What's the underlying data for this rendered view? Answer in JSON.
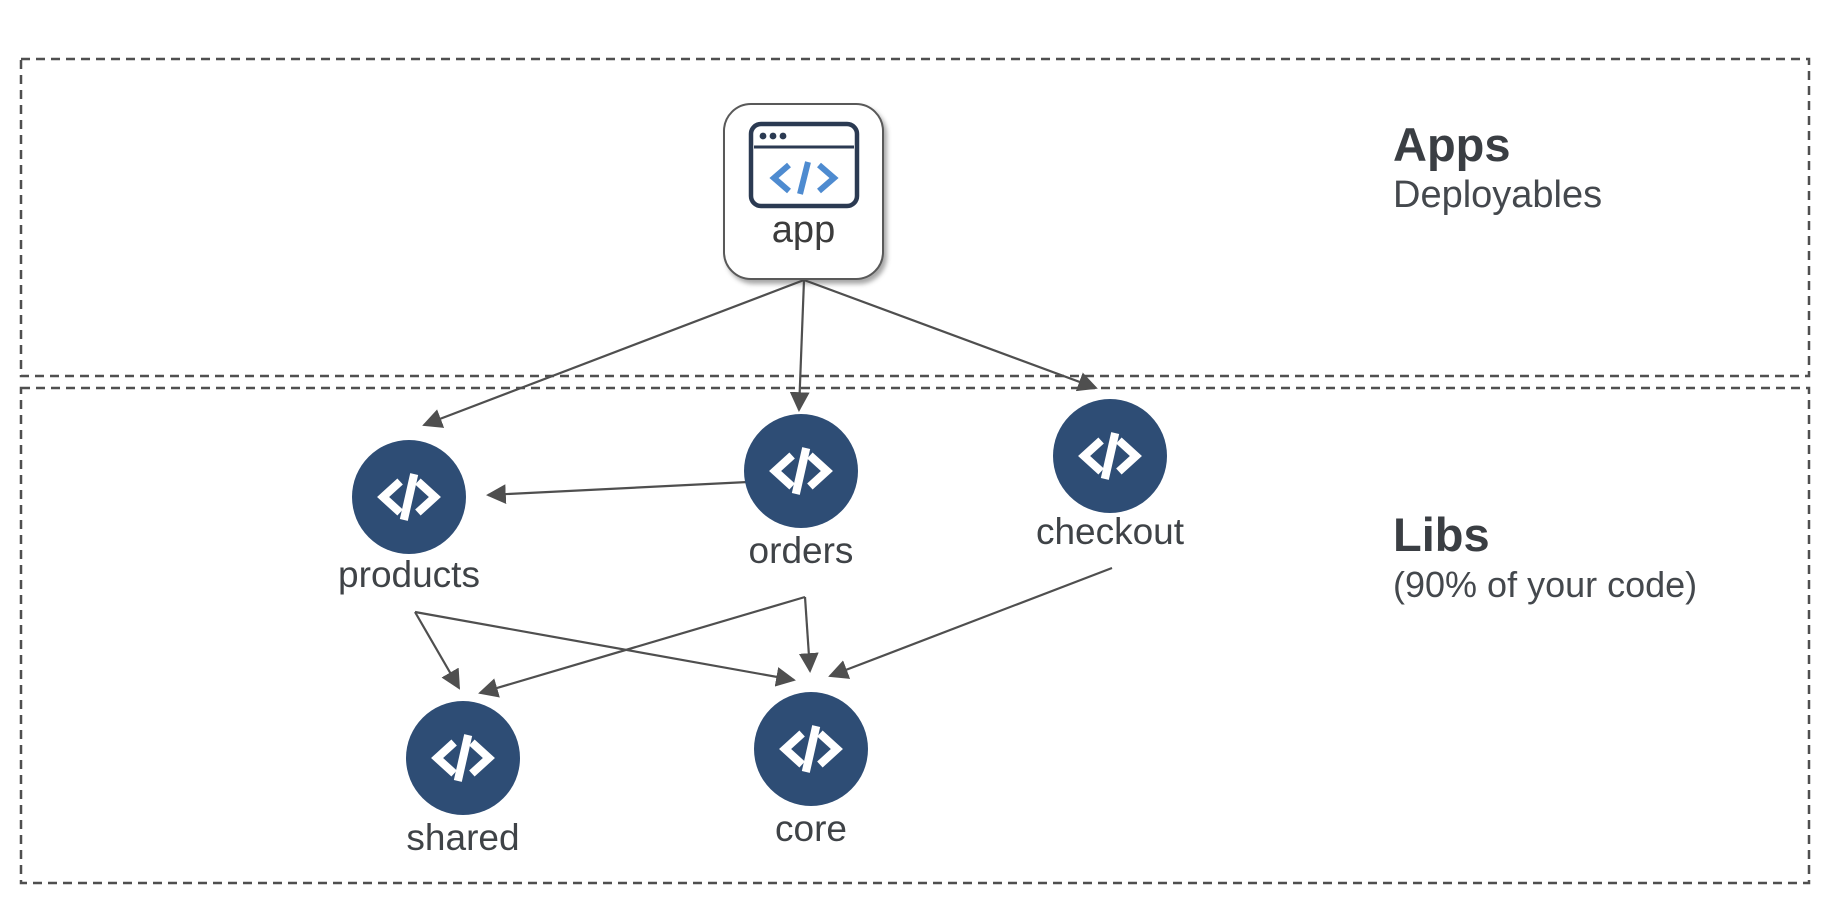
{
  "diagram": {
    "sections": {
      "apps": {
        "title": "Apps",
        "subtitle": "Deployables"
      },
      "libs": {
        "title": "Libs",
        "subtitle": "(90% of your code)"
      }
    },
    "app_node": {
      "label": "app",
      "icon": "browser-code-icon"
    },
    "lib_nodes": [
      {
        "id": "products",
        "label": "products",
        "icon": "code-icon"
      },
      {
        "id": "orders",
        "label": "orders",
        "icon": "code-icon"
      },
      {
        "id": "checkout",
        "label": "checkout",
        "icon": "code-icon"
      },
      {
        "id": "shared",
        "label": "shared",
        "icon": "code-icon"
      },
      {
        "id": "core",
        "label": "core",
        "icon": "code-icon"
      }
    ],
    "edges": [
      {
        "from": "app",
        "to": "products"
      },
      {
        "from": "app",
        "to": "orders"
      },
      {
        "from": "app",
        "to": "checkout"
      },
      {
        "from": "orders",
        "to": "products"
      },
      {
        "from": "products",
        "to": "shared"
      },
      {
        "from": "products",
        "to": "core"
      },
      {
        "from": "orders",
        "to": "shared"
      },
      {
        "from": "orders",
        "to": "core"
      },
      {
        "from": "checkout",
        "to": "core"
      }
    ]
  },
  "colors": {
    "node_fill": "#2e4d75",
    "node_glyph": "#ffffff",
    "edge": "#4f4f4f",
    "region_border": "#4f4f4f",
    "label_text": "#3f4347",
    "heading_text": "#3a3e43",
    "app_icon_navy": "#2b3a52",
    "app_icon_blue": "#4e8bd0",
    "background": "#ffffff"
  }
}
